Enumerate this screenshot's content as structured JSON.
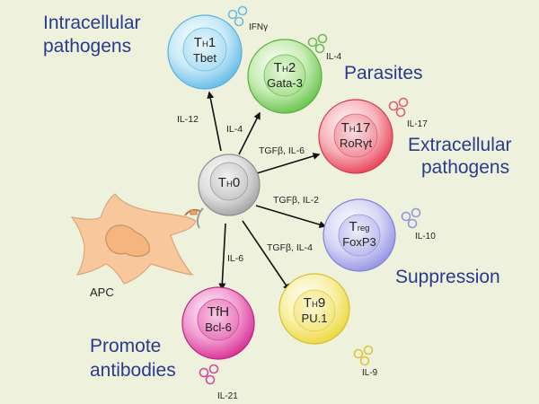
{
  "colors": {
    "background": "#eef2dd",
    "outcome_text": "#2a3a8c",
    "th1": "#7ec9ee",
    "th2": "#86d46a",
    "th17": "#ef5d6e",
    "treg": "#a9a9ee",
    "th9": "#f3e35a",
    "tfh": "#e245a4",
    "th0": "#bdbdbd",
    "apc": "#f8c79c"
  },
  "center": {
    "main": "T",
    "sub": "H",
    "suffix": "0"
  },
  "apc": {
    "label": "APC"
  },
  "cells": [
    {
      "id": "th1",
      "main": "T",
      "sub": "H",
      "suffix": "1",
      "tf": "Tbet",
      "cytokine": "IFNγ",
      "signal": "IL-12",
      "outcome_lines": [
        "Intracellular",
        "pathogens"
      ]
    },
    {
      "id": "th2",
      "main": "T",
      "sub": "H",
      "suffix": "2",
      "tf": "Gata-3",
      "cytokine": "IL-4",
      "signal": "IL-4",
      "outcome_lines": [
        "Parasites"
      ]
    },
    {
      "id": "th17",
      "main": "T",
      "sub": "H",
      "suffix": "17",
      "tf": "RoRγt",
      "cytokine": "IL-17",
      "signal": "TGFβ, IL-6",
      "outcome_lines": [
        "Extracellular",
        "pathogens"
      ]
    },
    {
      "id": "treg",
      "main": "T",
      "sub": "reg",
      "suffix": "",
      "tf": "FoxP3",
      "cytokine": "IL-10",
      "signal": "TGFβ, IL-2",
      "outcome_lines": [
        "Suppression"
      ]
    },
    {
      "id": "th9",
      "main": "T",
      "sub": "H",
      "suffix": "9",
      "tf": "PU.1",
      "cytokine": "IL-9",
      "signal": "TGFβ, IL-4",
      "outcome_lines": []
    },
    {
      "id": "tfh",
      "main": "TfH",
      "sub": "",
      "suffix": "",
      "tf": "Bcl-6",
      "cytokine": "IL-21",
      "signal": "IL-6",
      "outcome_lines": [
        "Promote",
        "antibodies"
      ]
    }
  ]
}
